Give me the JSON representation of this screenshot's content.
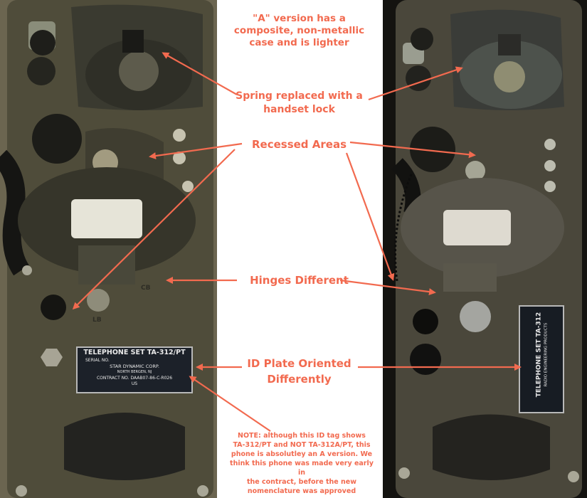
{
  "annotations": {
    "version": "\"A\" version has a\ncomposite, non-metallic\ncase and is lighter",
    "spring": "Spring replaced with a\nhandset lock",
    "recessed": "Recessed Areas",
    "hinges": "Hinges Different",
    "id_plate": "ID Plate Oriented\nDifferently",
    "note": "NOTE: although this ID tag shows\nTA-312/PT and NOT TA-312A/PT, this\nphone is absolutley an A version.  We\nthink this phone was made very early in\nthe contract, before the new\nnomenclature was approved"
  },
  "left_plate": {
    "title": "TELEPHONE SET TA-312/PT",
    "serial": "SERIAL NO.",
    "maker": "STAR DYNAMIC CORP.",
    "city": "NORTH BERGEN, NJ",
    "contract": "CONTRACT NO. DAAB07-86-C-R026",
    "us": "US"
  },
  "right_plate": {
    "title": "TELEPHONE SET TA-312",
    "maker": "RADIO ENGINEERING PRODUCTS"
  },
  "labels": {
    "cb": "CB",
    "lb": "LB"
  },
  "colors": {
    "annotation": "#f26a4f",
    "left_case": "#5f5b45",
    "right_case": "#4a473b"
  }
}
